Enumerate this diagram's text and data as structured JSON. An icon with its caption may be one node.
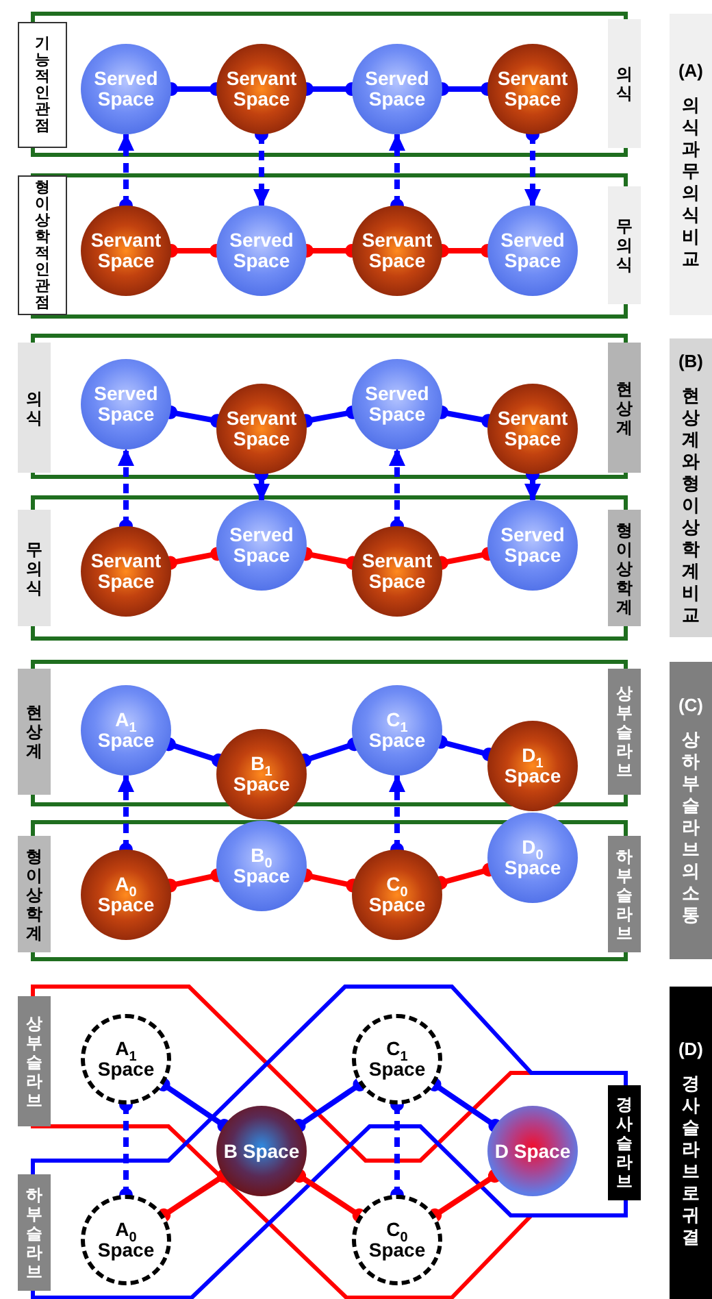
{
  "diagram": {
    "nodes": [
      {
        "text": [
          "기능적인 관점"
        ]
      },
      {
        "text": [
          "Served Space"
        ]
      },
      {
        "text": [
          "Servant Space"
        ]
      },
      {
        "text": [
          "Served Space"
        ]
      },
      {
        "text": [
          "Servant Space"
        ]
      },
      {
        "text": [
          "의식"
        ]
      },
      {
        "text": [
          "형이상학적인 관점"
        ]
      },
      {
        "text": [
          "Servant Space"
        ]
      },
      {
        "text": [
          "Served Space"
        ]
      },
      {
        "text": [
          "Servant Space"
        ]
      },
      {
        "text": [
          "Served Space"
        ]
      },
      {
        "text": [
          "무의식"
        ]
      },
      {
        "text": [
          "(A)",
          "의식과 무의식 비교"
        ]
      },
      {
        "text": [
          "의식"
        ]
      },
      {
        "text": [
          "Served Space"
        ]
      },
      {
        "text": [
          "Servant Space"
        ]
      },
      {
        "text": [
          "Served Space"
        ]
      },
      {
        "text": [
          "Servant Space"
        ]
      },
      {
        "text": [
          "현상계"
        ]
      },
      {
        "text": [
          "무의식"
        ]
      },
      {
        "text": [
          "Servant Space"
        ]
      },
      {
        "text": [
          "Served Space"
        ]
      },
      {
        "text": [
          "Servant Space"
        ]
      },
      {
        "text": [
          "Served Space"
        ]
      },
      {
        "text": [
          "형이상학계"
        ]
      },
      {
        "text": [
          "(B)",
          "현상계와 형이상학계 비교"
        ]
      },
      {
        "text": [
          "현상계"
        ]
      },
      {
        "text": [
          "A$_{1}$ Space"
        ]
      },
      {
        "text": [
          "B$_{1}$ Space"
        ]
      },
      {
        "text": [
          "C$_{1}$ Space"
        ]
      },
      {
        "text": [
          "D$_{1}$ Space"
        ]
      },
      {
        "text": [
          "상부 슬라브"
        ]
      },
      {
        "text": [
          "형이상학계"
        ]
      },
      {
        "text": [
          "A$_{0}$ Space"
        ]
      },
      {
        "text": [
          "B$_{0}$ Space"
        ]
      },
      {
        "text": [
          "C$_{0}$ Space"
        ]
      },
      {
        "text": [
          "D$_{0}$ Space"
        ]
      },
      {
        "text": [
          "하부 슬라브"
        ]
      },
      {
        "text": [
          "(C)",
          "상하부 슬라브의 소통"
        ]
      },
      {
        "text": [
          "상부 슬라브"
        ]
      },
      {
        "text": [
          "A$_{1}$ Space"
        ]
      },
      {
        "text": [
          "C$_{1}$ Space"
        ]
      },
      {
        "text": [
          "B Space"
        ]
      },
      {
        "text": [
          "D Space"
        ]
      },
      {
        "text": [
          "경사 슬라브"
        ]
      },
      {
        "text": [
          "하부 슬라브"
        ]
      },
      {
        "text": [
          "A$_{0}$ Space"
        ]
      },
      {
        "text": [
          "C$_{0}$ Space"
        ]
      },
      {
        "text": [
          "(D)",
          "경사 슬라브로 귀결"
        ]
      }
    ],
    "edges": [
      {
        "from": 1,
        "to": 2,
        "arrow": "other"
      },
      {
        "from": 2,
        "to": 3,
        "arrow": "other"
      },
      {
        "from": 3,
        "to": 4,
        "arrow": "other"
      },
      {
        "from": 7,
        "to": 8,
        "arrow": "other",
        "color": "#ff0000"
      },
      {
        "from": 8,
        "to": 9,
        "arrow": "other",
        "color": "#ff0000"
      },
      {
        "from": 9,
        "to": 10,
        "arrow": "other",
        "color": "#ff0000"
      },
      {
        "from": 7,
        "to": 1,
        "arrow": "to",
        "style": "dashed"
      },
      {
        "from": 2,
        "to": 8,
        "arrow": "to",
        "style": "dashed"
      },
      {
        "from": 9,
        "to": 3,
        "arrow": "to",
        "style": "dashed"
      },
      {
        "from": 4,
        "to": 10,
        "arrow": "to",
        "style": "dashed"
      },
      {
        "from": 14,
        "to": 15,
        "arrow": "other"
      },
      {
        "from": 15,
        "to": 16,
        "arrow": "other"
      },
      {
        "from": 16,
        "to": 17,
        "arrow": "other"
      },
      {
        "from": 20,
        "to": 21,
        "arrow": "other",
        "color": "#ff0000"
      },
      {
        "from": 21,
        "to": 22,
        "arrow": "other",
        "color": "#ff0000"
      },
      {
        "from": 22,
        "to": 23,
        "arrow": "other",
        "color": "#ff0000"
      },
      {
        "from": 20,
        "to": 14,
        "arrow": "to",
        "style": "dashed"
      },
      {
        "from": 15,
        "to": 21,
        "arrow": "to",
        "style": "dashed"
      },
      {
        "from": 22,
        "to": 16,
        "arrow": "to",
        "style": "dashed"
      },
      {
        "from": 17,
        "to": 23,
        "arrow": "to",
        "style": "dashed"
      },
      {
        "from": 27,
        "to": 28,
        "arrow": "other"
      },
      {
        "from": 28,
        "to": 29,
        "arrow": "other"
      },
      {
        "from": 29,
        "to": 30,
        "arrow": "other"
      },
      {
        "from": 33,
        "to": 34,
        "arrow": "other",
        "color": "#ff0000"
      },
      {
        "from": 34,
        "to": 35,
        "arrow": "other",
        "color": "#ff0000"
      },
      {
        "from": 35,
        "to": 36,
        "arrow": "other",
        "color": "#ff0000"
      },
      {
        "from": 33,
        "to": 27,
        "arrow": "to",
        "style": "dashed"
      },
      {
        "from": 35,
        "to": 29,
        "arrow": "to",
        "style": "dashed"
      },
      {
        "from": 40,
        "to": 42,
        "arrow": "other"
      },
      {
        "from": 41,
        "to": 42,
        "arrow": "other"
      },
      {
        "from": 41,
        "to": 43,
        "arrow": "other"
      },
      {
        "from": 46,
        "to": 42,
        "arrow": "other",
        "color": "#ff0000"
      },
      {
        "from": 42,
        "to": 47,
        "arrow": "other",
        "color": "#ff0000"
      },
      {
        "from": 47,
        "to": 43,
        "arrow": "other",
        "color": "#ff0000"
      },
      {
        "from": 40,
        "to": 46,
        "arrow": "other",
        "style": "dashed"
      },
      {
        "from": 41,
        "to": 47,
        "arrow": "other",
        "style": "dashed"
      }
    ]
  }
}
